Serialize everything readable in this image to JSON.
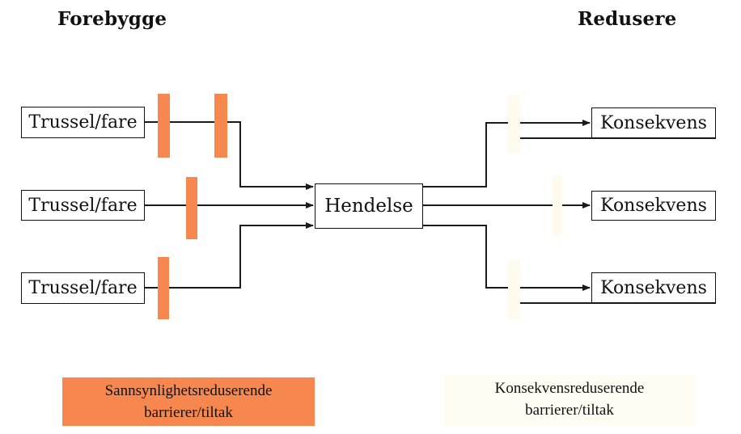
{
  "headings": {
    "left": "Forebygge",
    "right": "Redusere"
  },
  "threats": [
    "Trussel/fare",
    "Trussel/fare",
    "Trussel/fare"
  ],
  "event": "Hendelse",
  "consequences": [
    "Konsekvens",
    "Konsekvens",
    "Konsekvens"
  ],
  "legend": {
    "probability_reducing": {
      "line1": "Sannsynlighetsreduserende",
      "line2": "barrierer/tiltak",
      "color": "#f6874f"
    },
    "consequence_reducing": {
      "line1": "Konsekvensreduserende",
      "line2": "barrierer/tiltak",
      "color": "#fffcf2"
    }
  },
  "colors": {
    "line": "#1a1a1a",
    "prevent_barrier": "#f6874f",
    "reduce_barrier": "#fffaee"
  }
}
